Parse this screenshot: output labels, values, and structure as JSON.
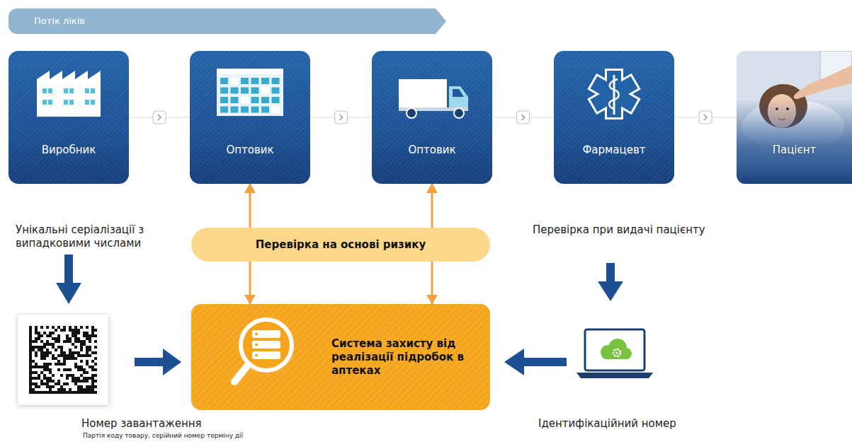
{
  "diagram": {
    "title": "Потік ліків",
    "nodes": [
      {
        "text": [
          "Виробник"
        ]
      },
      {
        "text": [
          "Оптовик"
        ]
      },
      {
        "text": [
          "Оптовик"
        ]
      },
      {
        "text": [
          "Фармацевт"
        ]
      },
      {
        "text": [
          "Пацієнт"
        ]
      },
      {
        "text": [
          "Перевірка на основі ризику"
        ]
      },
      {
        "text": [
          "Система захисту від реалізації підробок в аптеках"
        ]
      }
    ],
    "edges": [
      {
        "from": 0,
        "to": 1,
        "arrow": "to"
      },
      {
        "from": 1,
        "to": 2,
        "arrow": "to"
      },
      {
        "from": 2,
        "to": 3,
        "arrow": "to"
      },
      {
        "from": 3,
        "to": 4,
        "arrow": "to"
      },
      {
        "from": 1,
        "to": 6,
        "arrow": "both"
      },
      {
        "from": 2,
        "to": 6,
        "arrow": "both"
      }
    ],
    "labels": [
      "Унікальні серіалізації з випадковими числами",
      "Перевірка при видачі пацієнту",
      "Номер завантаження",
      "Партія коду товару, серійний номер терміну дії",
      "Ідентифікаційний номер"
    ]
  }
}
